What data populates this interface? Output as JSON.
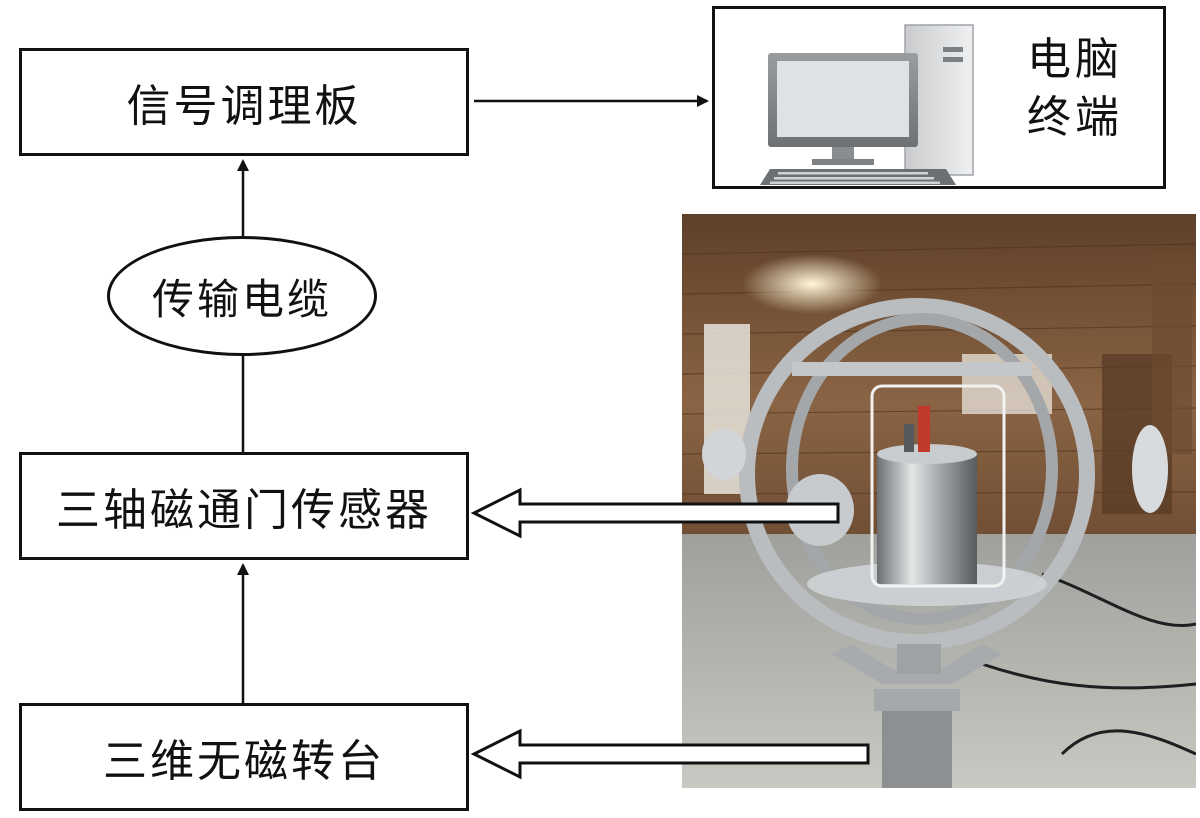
{
  "diagram": {
    "signal_board": "信号调理板",
    "computer_line1": "电脑",
    "computer_line2": "终端",
    "cable": "传输电缆",
    "sensor": "三轴磁通门传感器",
    "turntable": "三维无磁转台"
  },
  "colors": {
    "line": "#111111",
    "monitor": "#8a8d90",
    "screen": "#d7dadd",
    "photo_wall": "#7a5436",
    "photo_floor": "#b9b8b2",
    "frame_metal": "#b8bcbf"
  },
  "icons": [
    "computer-icon",
    "arrow-icon",
    "hollow-arrow-icon"
  ]
}
